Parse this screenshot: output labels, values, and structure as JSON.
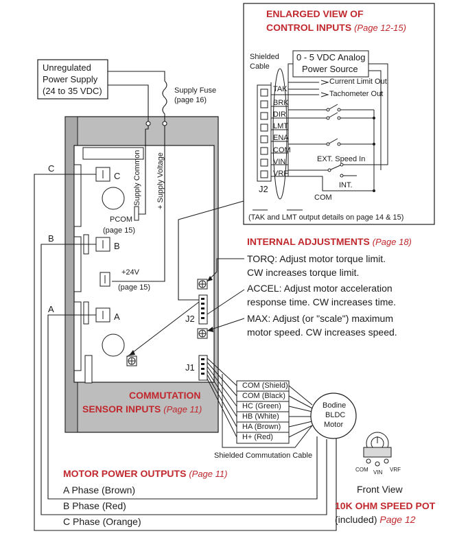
{
  "supply": {
    "box_line1": "Unregulated",
    "box_line2": "Power Supply",
    "box_line3": "(24 to 35 VDC)",
    "fuse_label": "Supply Fuse",
    "fuse_page": "(page 16)",
    "common_label": "Supply Common",
    "voltage_label": "+ Supply Voltage"
  },
  "board": {
    "c_outer": "C",
    "b_outer": "B",
    "a_outer": "A",
    "c_term": "C",
    "b_term": "B",
    "a_term": "A",
    "pcom": "PCOM",
    "pcom_page": "(page 15)",
    "plus24": "+24V",
    "plus24_page": "(page 15)",
    "j2": "J2",
    "j1": "J1"
  },
  "enlarged": {
    "title1": "ENLARGED VIEW OF",
    "title2": "CONTROL INPUTS",
    "title_page": "(Page 12-15)",
    "shielded1": "Shielded",
    "shielded2": "Cable",
    "analog1": "0 - 5 VDC Analog",
    "analog2": "Power Source",
    "current_limit": "Current Limit Out",
    "tach_out": "Tachometer Out",
    "pins": [
      "TAK",
      "BRK",
      "DIR",
      "LMT",
      "ENA",
      "COM",
      "VIN",
      "VRF"
    ],
    "j2": "J2",
    "ext_speed": "EXT.  Speed In",
    "int": "INT.",
    "com": "COM",
    "footnote": "(TAK and LMT output details on page 14 & 15)"
  },
  "adjust": {
    "title": "INTERNAL ADJUSTMENTS",
    "title_page": "(Page 18)",
    "torq1": "TORQ:   Adjust motor torque limit.",
    "torq2": "CW increases torque limit.",
    "accel1": "ACCEL: Adjust motor acceleration",
    "accel2": "response time. CW increases time.",
    "max1": "MAX:    Adjust (or \"scale\") maximum",
    "max2": "motor speed. CW increases speed."
  },
  "commutation": {
    "title1": "COMMUTATION",
    "title2": "SENSOR INPUTS",
    "title_page": "(Page 11)",
    "cable_label": "Shielded Commutation Cable",
    "wires": [
      "COM (Shield)",
      "COM (Black)",
      "HC (Green)",
      "HB (White)",
      "HA (Brown)",
      "H+ (Red)"
    ]
  },
  "motor": {
    "line1": "Bodine",
    "line2": "BLDC",
    "line3": "Motor"
  },
  "outputs": {
    "title": "MOTOR POWER OUTPUTS",
    "title_page": "(Page 11)",
    "a_phase": "A Phase (Brown)",
    "b_phase": "B Phase (Red)",
    "c_phase": "C Phase (Orange)"
  },
  "pot": {
    "com": "COM",
    "vin": "VIN",
    "vrf": "VRF",
    "front_view": "Front View",
    "title": "10K OHM SPEED POT",
    "included": "(included)",
    "page": "Page 12"
  }
}
